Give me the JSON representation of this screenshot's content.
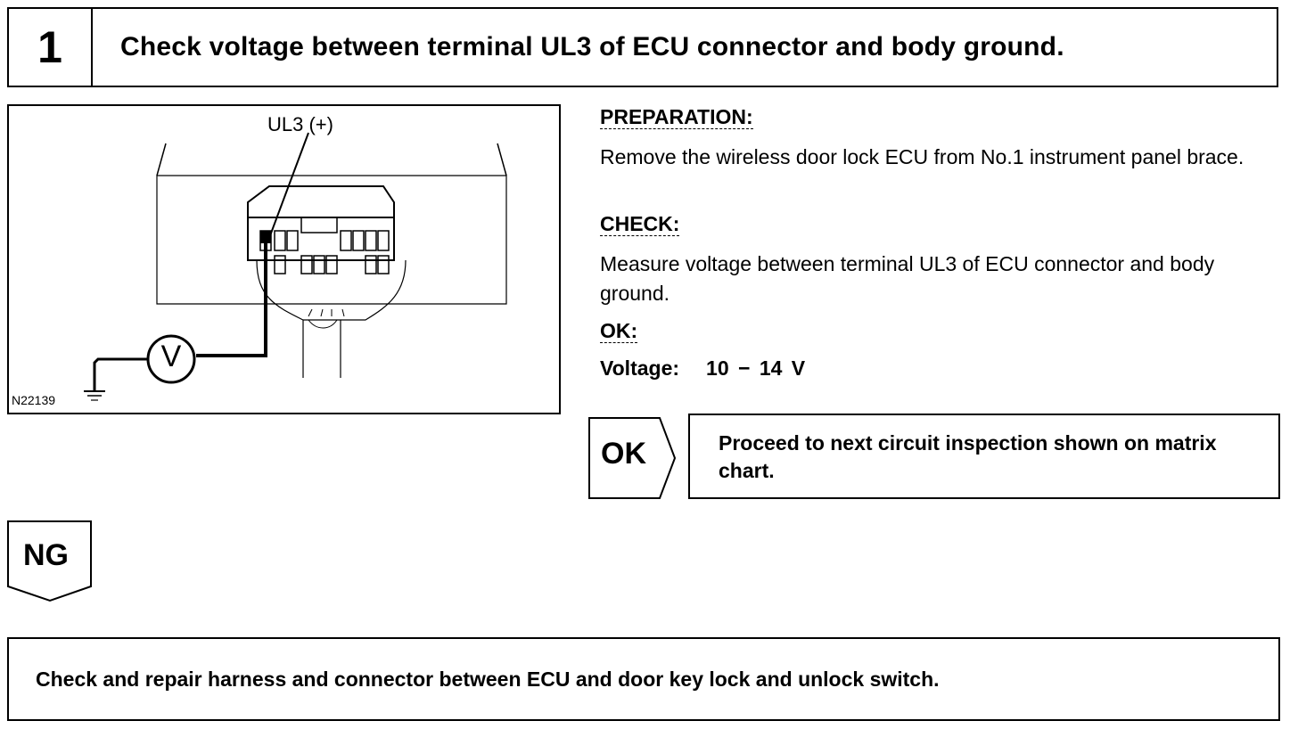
{
  "step": {
    "number": "1",
    "title": "Check voltage between terminal UL3 of ECU connector and body ground."
  },
  "figure": {
    "terminal_label": "UL3 (+)",
    "meter_symbol": "V",
    "figure_id": "N22139"
  },
  "preparation": {
    "heading": "PREPARATION:",
    "text": "Remove the wireless door lock ECU from No.1 instrument panel brace."
  },
  "check": {
    "heading": "CHECK:",
    "text": "Measure voltage between terminal UL3 of ECU connector and body ground."
  },
  "ok_spec": {
    "heading": "OK:",
    "label": "Voltage:",
    "value": "10 − 14 V"
  },
  "ok_branch": {
    "label": "OK",
    "result": "Proceed to next circuit inspection shown on matrix chart."
  },
  "ng_branch": {
    "label": "NG"
  },
  "action": {
    "text": "Check and repair harness and connector between ECU and door key lock and unlock switch."
  }
}
